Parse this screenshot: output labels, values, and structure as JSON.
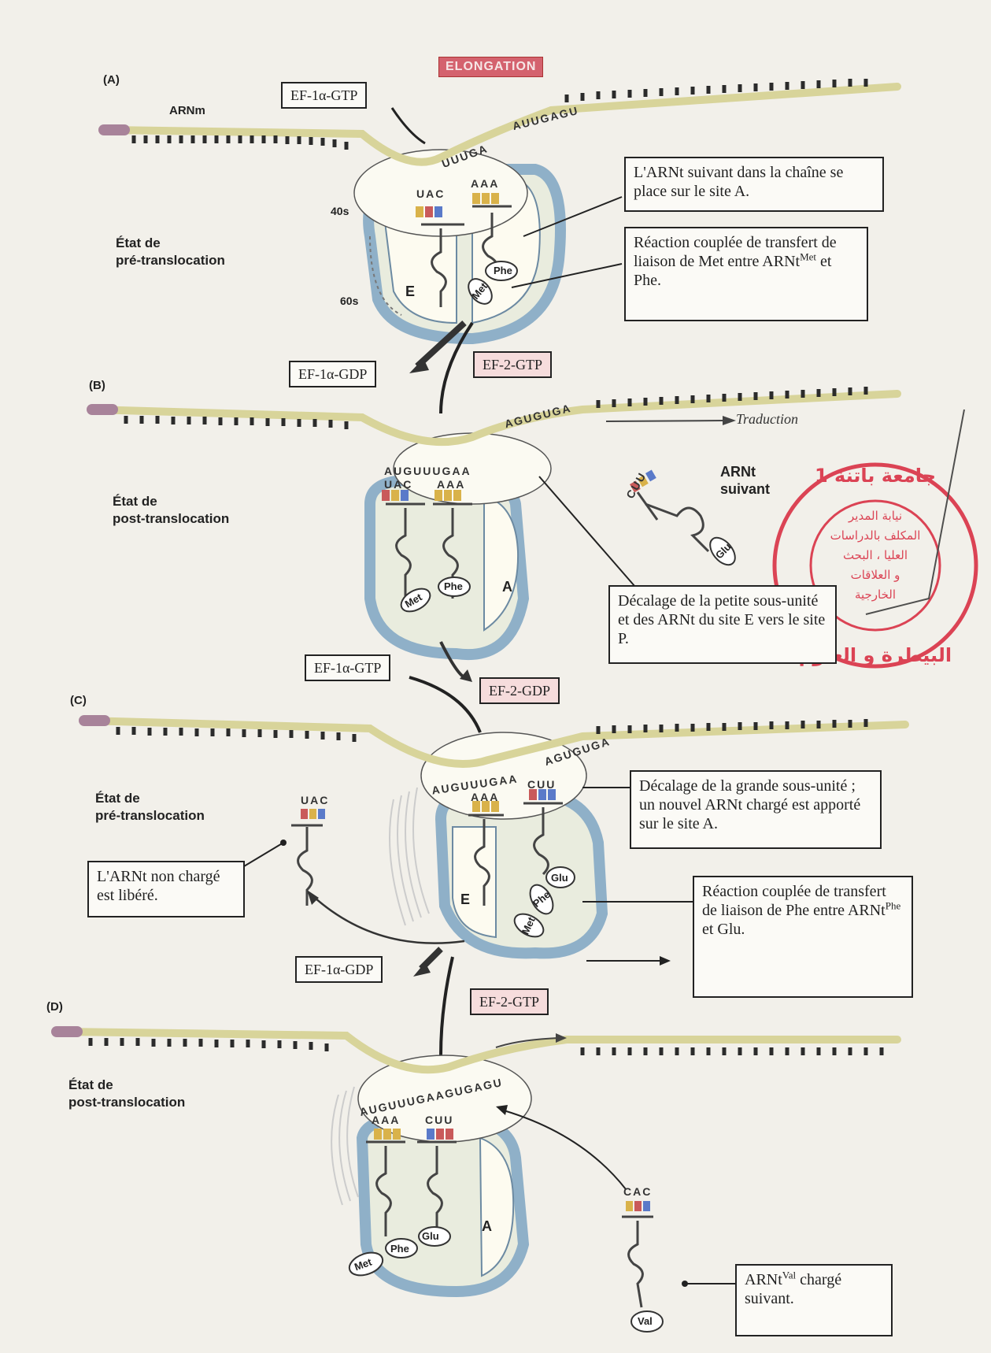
{
  "title": "ELONGATION",
  "panels": [
    {
      "label": "(A)",
      "mrna_label": "ARNm",
      "factor": "EF-1α-GTP",
      "codons_right": "AUUGAGU",
      "codons_mid": "UUUGA",
      "anticodon_p": "UAC",
      "anticodon_a": "AAA",
      "small_subunit": "40s",
      "large_subunit": "60s",
      "site_e": "E",
      "aa_phe": "Phe",
      "aa_met": "Met",
      "state_line1": "État de",
      "state_line2": "pré-translocation",
      "callout_1": "L'ARNt suivant dans la chaîne se place sur le site A.",
      "callout_2_part1": "Réaction couplée de transfert de liaison de Met entre ARNt",
      "callout_2_sup": "Met",
      "callout_2_part2": " et Phe.",
      "ef_release": "EF-1α-GDP",
      "ef2": "EF-2-GTP"
    },
    {
      "label": "(B)",
      "codons_right": "AGUGUGA",
      "codons_left": "AUGUUUGAA",
      "anticodon_p": "UAC",
      "anticodon_a": "AAA",
      "direction": "Traduction",
      "next_anticodon": "CUU",
      "next_label_1": "ARNt",
      "next_label_2": "suivant",
      "aa_glu": "Glu",
      "site_a": "A",
      "aa_phe": "Phe",
      "aa_met": "Met",
      "state_line1": "État de",
      "state_line2": "post-translocation",
      "callout": "Décalage de la petite sous-unité et des ARNt du site E vers le site P.",
      "ef_incoming": "EF-1α-GTP",
      "ef2_release": "EF-2-GDP"
    },
    {
      "label": "(C)",
      "codons_right": "AGUGUGA",
      "codons_left": "AUGUUUGAA",
      "anticodon_p": "AAA",
      "anticodon_a": "CUU",
      "site_e": "E",
      "aa_glu": "Glu",
      "aa_phe": "Phe",
      "aa_met": "Met",
      "released_anticodon": "UAC",
      "state_line1": "État de",
      "state_line2": "pré-translocation",
      "callout_released": "L'ARNt non chargé est libéré.",
      "callout_shift": "Décalage de la grande sous-unité ; un nouvel ARNt chargé est apporté sur le site A.",
      "callout_reaction_part1": "Réaction couplée de transfert de liaison de Phe entre ARNt",
      "callout_reaction_sup": "Phe",
      "callout_reaction_part2": " et Glu.",
      "ef_release": "EF-1α-GDP",
      "ef2": "EF-2-GTP"
    },
    {
      "label": "(D)",
      "codons": "AUGUUUGAAGUGAGU",
      "anticodon_p": "AAA",
      "anticodon_a": "CUU",
      "site_a": "A",
      "aa_glu": "Glu",
      "aa_phe": "Phe",
      "aa_met": "Met",
      "next_anticodon": "CAC",
      "aa_val": "Val",
      "state_line1": "État de",
      "state_line2": "post-translocation",
      "callout_part1": "ARNt",
      "callout_sup": "Val",
      "callout_part2": " chargé suivant."
    }
  ]
}
